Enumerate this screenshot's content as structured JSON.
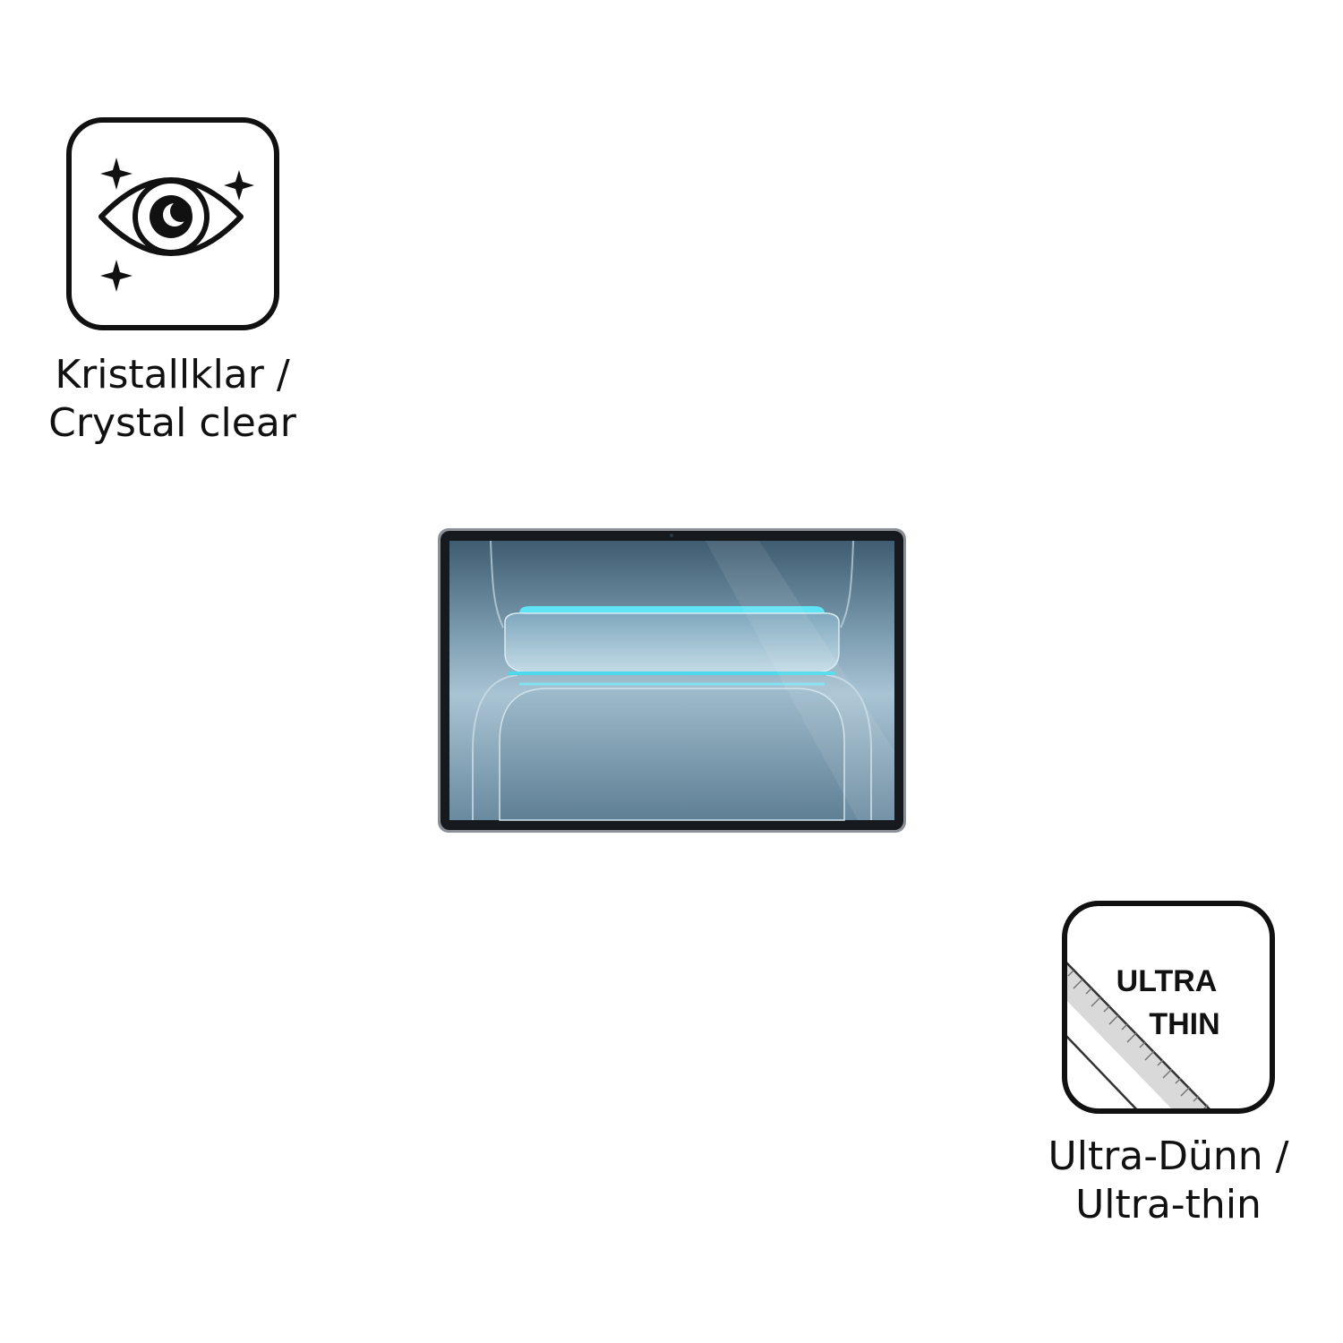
{
  "features": {
    "crystal_clear": {
      "icon": "sparkling-eye-icon",
      "caption_line1": "Kristallklar /",
      "caption_line2": "Crystal clear"
    },
    "ultra_thin": {
      "icon": "ultra-thin-ruler-icon",
      "badge_line1": "ULTRA",
      "badge_line2": "THIN",
      "caption_line1": "Ultra-Dünn /",
      "caption_line2": "Ultra-thin"
    }
  },
  "product": {
    "image": "tablet-with-screen-protector"
  },
  "colors": {
    "icon_stroke": "#111111",
    "screen_accent": "#5fe3f5",
    "screen_base": "#6f8ea3"
  }
}
